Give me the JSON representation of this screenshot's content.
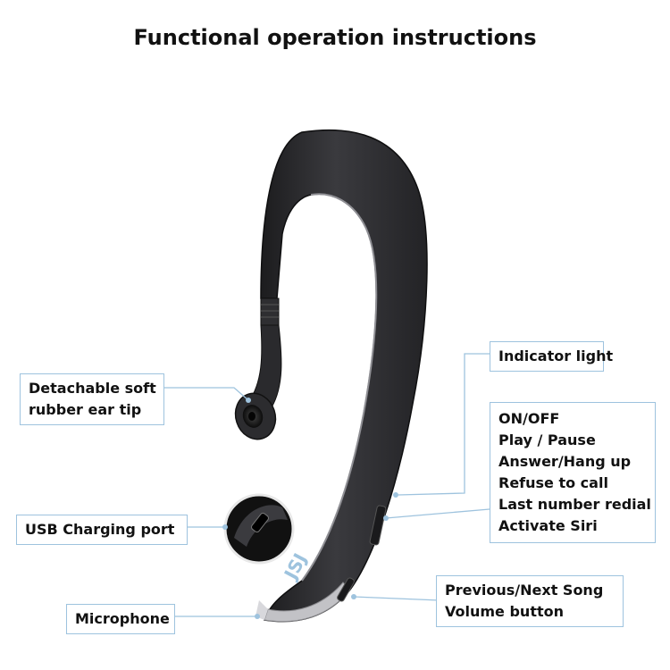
{
  "title": "Functional operation instructions",
  "labels": {
    "indicator_light": "Indicator light",
    "ear_tip": [
      "Detachable soft",
      "rubber ear tip"
    ],
    "usb_port": "USB Charging port",
    "microphone": "Microphone",
    "multifunction": [
      "ON/OFF",
      "Play / Pause",
      "Answer/Hang up",
      "Refuse to call",
      "Last number redial",
      "Activate Siri"
    ],
    "volume": [
      "Previous/Next Song",
      "Volume button"
    ]
  },
  "brand_text": "JSJ",
  "colors": {
    "callout_line": "#9ec3de",
    "device_body": "#2b2b2e",
    "trim": "#b9b9bd"
  }
}
